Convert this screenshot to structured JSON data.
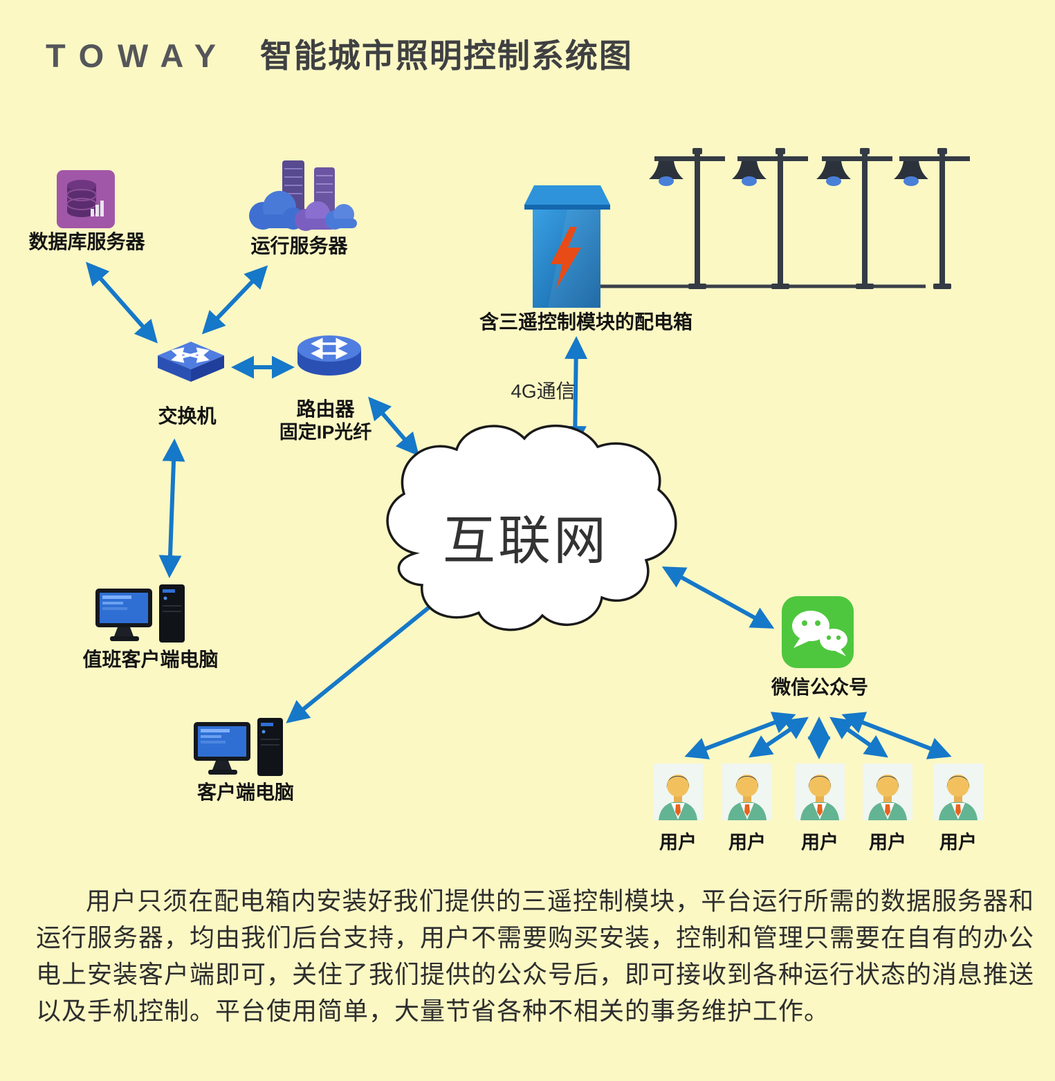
{
  "title": {
    "logo": "TOWAY",
    "text": "智能城市照明控制系统图"
  },
  "nodes": {
    "database_server": {
      "label": "数据库服务器"
    },
    "running_server": {
      "label": "运行服务器"
    },
    "switch": {
      "label": "交换机"
    },
    "router": {
      "label": "路由器",
      "sublabel": "固定IP光纤"
    },
    "internet": {
      "label": "互联网"
    },
    "power_box": {
      "label": "含三遥控制模块的配电箱"
    },
    "duty_client": {
      "label": "值班客户端电脑"
    },
    "client": {
      "label": "客户端电脑"
    },
    "wechat": {
      "label": "微信公众号"
    }
  },
  "links": {
    "cellular": {
      "label": "4G通信"
    }
  },
  "users": {
    "labels": [
      "用户",
      "用户",
      "用户",
      "用户",
      "用户"
    ]
  },
  "colors": {
    "background": "#fbf8c4",
    "arrow_blue": "#1678c8",
    "box_blue": "#2b8fd8",
    "wechat_green": "#4ec73e",
    "db_purple": "#a157a8",
    "lamp_dark": "#353b44"
  },
  "description": "用户只须在配电箱内安装好我们提供的三遥控制模块，平台运行所需的数据服务器和运行服务器，均由我们后台支持，用户不需要购买安装，控制和管理只需要在自有的办公电上安装客户端即可，关住了我们提供的公众号后，即可接收到各种运行状态的消息推送以及手机控制。平台使用简单，大量节省各种不相关的事务维护工作。"
}
